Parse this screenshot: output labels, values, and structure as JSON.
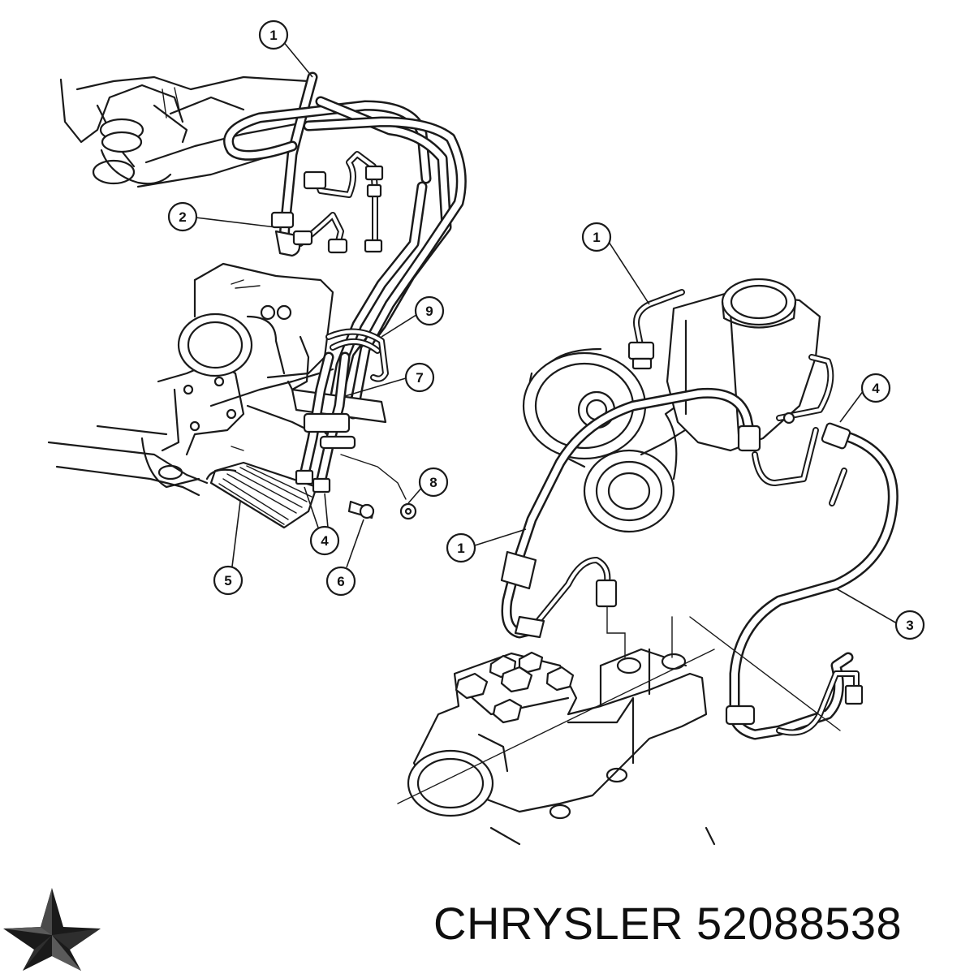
{
  "callouts": {
    "top_1": "1",
    "top_2": "2",
    "left_9": "9",
    "left_7": "7",
    "left_8": "8",
    "left_4": "4",
    "left_5": "5",
    "left_6": "6",
    "right_1a": "1",
    "right_4": "4",
    "right_1b": "1",
    "right_3": "3"
  },
  "footer": {
    "brand": "CHRYSLER",
    "part_number": "52088538",
    "logo_icon": "chrysler-pentastar-icon"
  },
  "colors": {
    "ink": "#1a1a1a",
    "background": "#ffffff"
  }
}
